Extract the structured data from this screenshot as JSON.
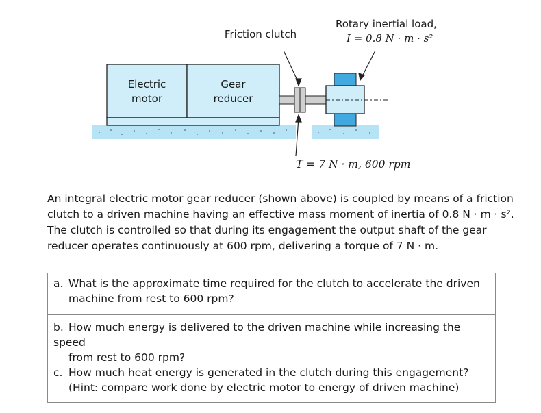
{
  "diagram": {
    "label_friction_clutch": "Friction clutch",
    "label_rotary_load_line1": "Rotary inertial load,",
    "label_rotary_load_line2": "I = 0.8 N · m · s²",
    "label_motor_line1": "Electric",
    "label_motor_line2": "motor",
    "label_gear_line1": "Gear",
    "label_gear_line2": "reducer",
    "label_torque": "T = 7 N · m,  600 rpm",
    "colors": {
      "box_fill": "#cfeefa",
      "load_fill": "#42a8e0",
      "base_fill": "#b6e4f6",
      "clutch_fill": "#d0d0d0"
    }
  },
  "problem": {
    "paragraph": "An integral electric motor gear reducer (shown above) is coupled by means of a friction clutch to a driven machine having an effective mass moment of inertia of 0.8 N · m · s². The clutch is controlled so that during its engagement the output shaft of the gear reducer operates continuously at 600 rpm, delivering a torque of 7 N · m."
  },
  "questions": [
    {
      "letter": "a.",
      "line1": "What is the approximate time required for the clutch to accelerate the driven",
      "line2": "machine from rest to 600 rpm?"
    },
    {
      "letter": "b.",
      "line1": "How much energy is delivered to the driven machine while increasing the speed",
      "line2": "from rest to 600 rpm?"
    },
    {
      "letter": "c.",
      "line1": "How much heat energy is generated in the clutch during this engagement?",
      "line2": "(Hint: compare work done by electric motor to energy of driven machine)"
    }
  ]
}
